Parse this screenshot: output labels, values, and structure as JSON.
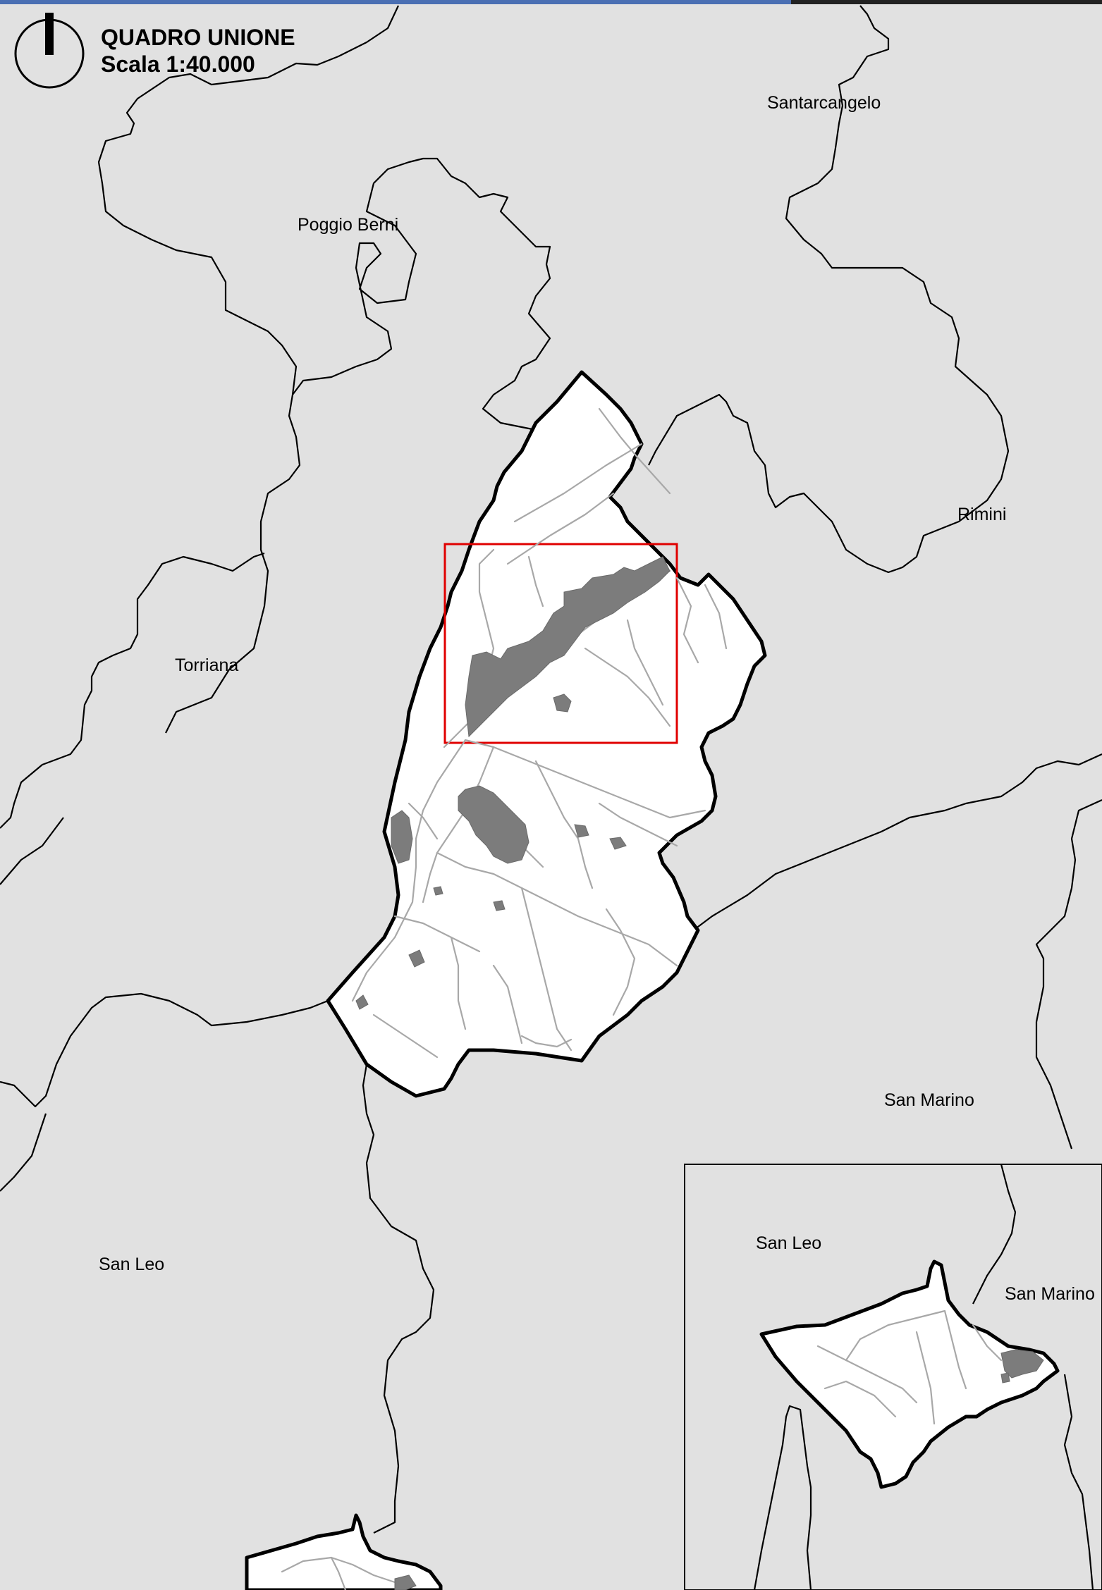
{
  "header": {
    "title": "QUADRO UNIONE",
    "scale": "Scala 1:40.000"
  },
  "labels": {
    "santarcangelo": "Santarcangelo",
    "poggio_berni": "Poggio Berni",
    "rimini": "Rimini",
    "torriana": "Torriana",
    "san_marino": "San Marino",
    "san_leo": "San Leo"
  },
  "inset": {
    "san_leo": "San Leo",
    "san_marino": "San Marino"
  },
  "colors": {
    "background": "#e1e1e1",
    "municipality_fill": "#ffffff",
    "urban_area": "#7c7c7c",
    "roads": "#a8a8a8",
    "highlight_frame": "#e00000"
  },
  "icons": {
    "north_arrow": "north-arrow-icon"
  }
}
